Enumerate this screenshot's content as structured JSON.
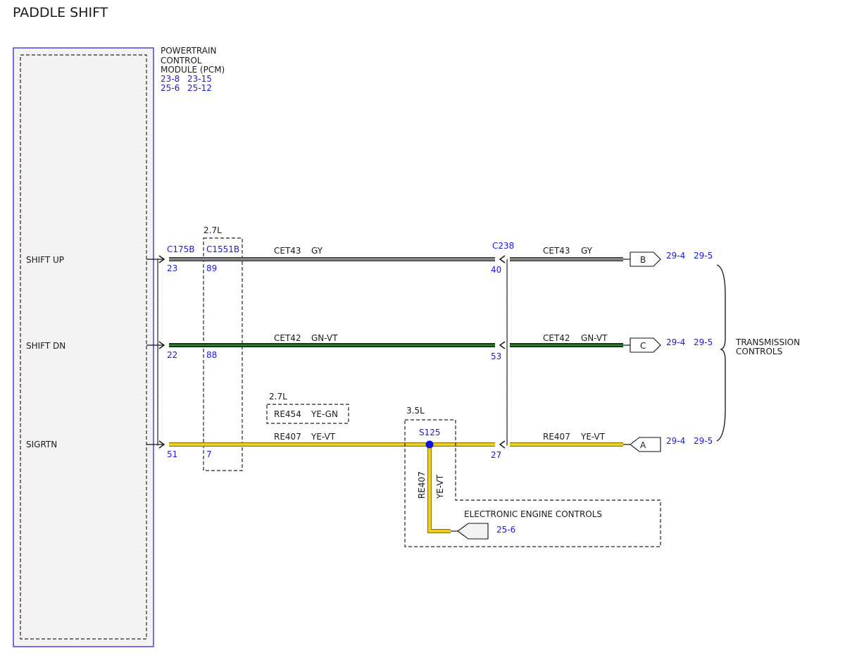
{
  "title": "PADDLE SHIFT",
  "module": {
    "name_lines": [
      "POWERTRAIN",
      "CONTROL",
      "MODULE (PCM)"
    ],
    "refs_row1": [
      "23-8",
      "23-15"
    ],
    "refs_row2": [
      "25-6",
      "25-12"
    ]
  },
  "pins": {
    "shift_up": "SHIFT UP",
    "shift_dn": "SHIFT DN",
    "sigrtn": "SIGRTN"
  },
  "connectors": {
    "c175b": {
      "name": "C175B",
      "pin_up": "23",
      "pin_dn": "22",
      "pin_rtn": "51"
    },
    "c1551b": {
      "name": "C1551B",
      "pin_up": "89",
      "pin_dn": "88",
      "pin_rtn": "7",
      "variant": "2.7L"
    },
    "c238": {
      "name": "C238",
      "pin_up": "40",
      "pin_dn": "53",
      "pin_rtn": "27"
    }
  },
  "wires": {
    "up": {
      "circuit": "CET43",
      "color_code": "GY",
      "color": "#8a8a8a"
    },
    "dn": {
      "circuit": "CET42",
      "color_code": "GN-VT",
      "color": "#1e6b1e"
    },
    "rtn": {
      "circuit": "RE407",
      "color_code": "YE-VT",
      "color": "#f0d21e"
    },
    "alt_2_7": {
      "variant": "2.7L",
      "circuit": "RE454",
      "color_code": "YE-GN"
    }
  },
  "splice": {
    "variant": "3.5L",
    "name": "S125",
    "branch_circuit": "RE407",
    "branch_color_code": "YE-VT"
  },
  "destinations": {
    "b": {
      "letter": "B",
      "ref1": "29-4",
      "ref2": "29-5"
    },
    "c": {
      "letter": "C",
      "ref1": "29-4",
      "ref2": "29-5"
    },
    "a": {
      "letter": "A",
      "ref1": "29-4",
      "ref2": "29-5"
    },
    "group_label": [
      "TRANSMISSION",
      "CONTROLS"
    ],
    "eec_label": "ELECTRONIC ENGINE CONTROLS",
    "eec_ref": "25-6"
  }
}
